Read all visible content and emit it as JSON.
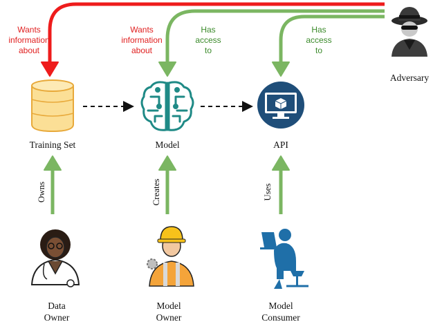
{
  "nodes": {
    "training_set": "Training Set",
    "model": "Model",
    "api": "API",
    "adversary": "Adversary",
    "data_owner": [
      "Data",
      "Owner"
    ],
    "model_owner": [
      "Model",
      "Owner"
    ],
    "model_consumer": [
      "Model",
      "Consumer"
    ]
  },
  "edges": {
    "wants_info_1": [
      "Wants",
      "information",
      "about"
    ],
    "wants_info_2": [
      "Wants",
      "information",
      "about"
    ],
    "has_access_1": [
      "Has",
      "access",
      "to"
    ],
    "has_access_2": [
      "Has",
      "access",
      "to"
    ],
    "owns": "Owns",
    "creates": "Creates",
    "uses": "Uses"
  },
  "colors": {
    "red_arrow": "#ee1c1c",
    "green_arrow": "#7bb662",
    "db_fill": "#fbdf96",
    "db_stroke": "#e8a93a",
    "brain": "#1f8a86",
    "api_blue": "#1f4e79"
  },
  "icons": {
    "training_set": "database-icon",
    "model": "brain-circuit-icon",
    "api": "monitor-cube-icon",
    "adversary": "spy-icon",
    "data_owner": "doctor-icon",
    "model_owner": "engineer-icon",
    "model_consumer": "laptop-user-icon"
  }
}
